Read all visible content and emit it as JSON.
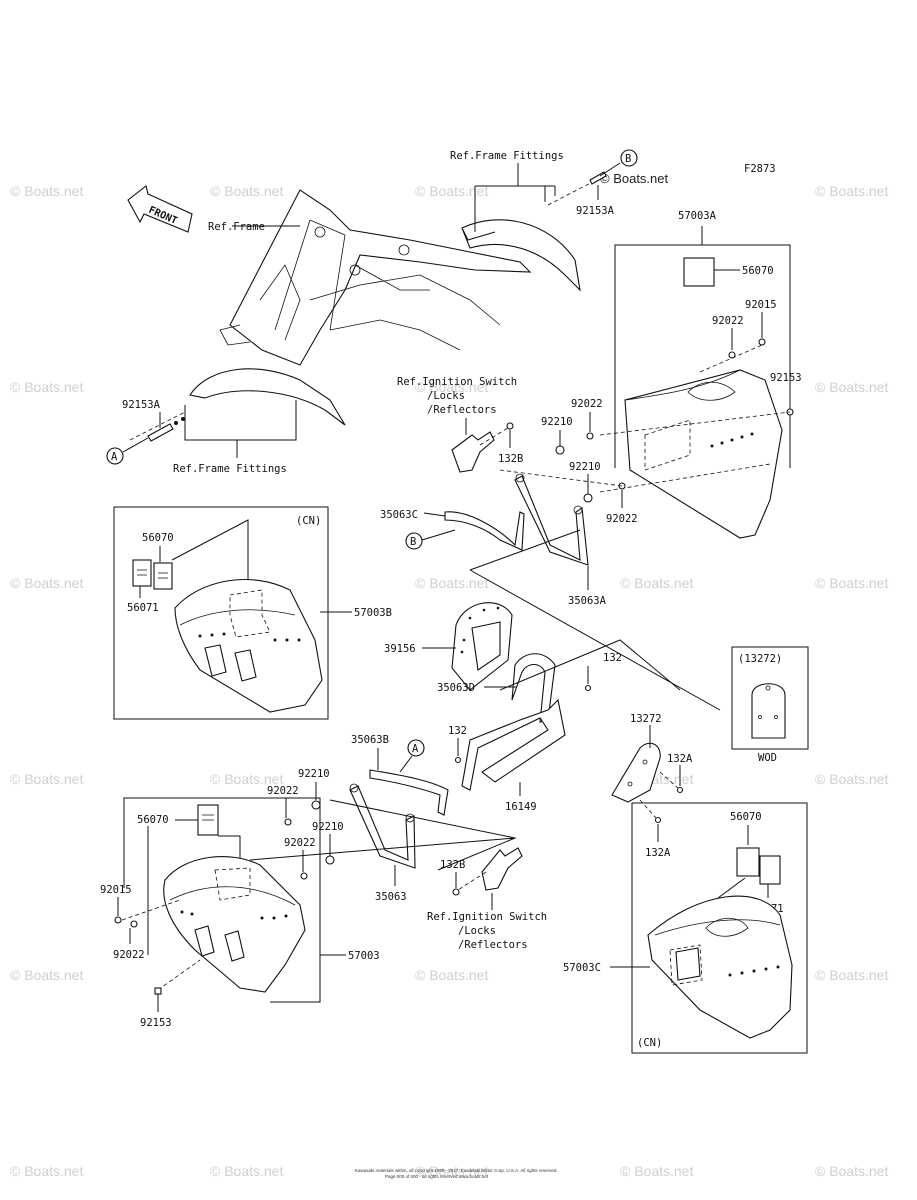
{
  "figure_code": "F2873",
  "watermark": "© Boats.net",
  "front_arrow": "FRONT",
  "refs": {
    "frame": "Ref.Frame",
    "frame_fittings_top": "Ref.Frame Fittings",
    "frame_fittings_left": "Ref.Frame Fittings",
    "ignition_top": [
      "Ref.Ignition Switch",
      "/Locks",
      "/Reflectors"
    ],
    "ignition_bottom": [
      "Ref.Ignition Switch",
      "/Locks",
      "/Reflectors"
    ]
  },
  "callouts": {
    "A": "A",
    "B": "B"
  },
  "parts": {
    "p_92153A_top": "92153A",
    "p_92153A_left": "92153A",
    "p_57003A": "57003A",
    "p_56070_a": "56070",
    "p_92015_a": "92015",
    "p_92022_a": "92022",
    "p_92153_a": "92153",
    "p_92022_b": "92022",
    "p_92210_a": "92210",
    "p_132B_a": "132B",
    "p_92210_b": "92210",
    "p_92022_c": "92022",
    "p_35063C": "35063C",
    "p_35063A": "35063A",
    "p_56070_b": "56070",
    "p_56071_b": "56071",
    "p_57003B": "57003B",
    "p_39156": "39156",
    "p_132_a": "132",
    "p_35063D": "35063D",
    "p_13272": "13272",
    "p_132A_a": "132A",
    "p_132A_b": "132A",
    "p_132_b": "132",
    "p_16149": "16149",
    "p_35063B": "35063B",
    "p_92210_c": "92210",
    "p_92022_d": "92022",
    "p_56070_c": "56070",
    "p_92210_d": "92210",
    "p_92022_e": "92022",
    "p_35063": "35063",
    "p_132B_b": "132B",
    "p_92015_b": "92015",
    "p_92022_f": "92022",
    "p_57003": "57003",
    "p_92153_b": "92153",
    "p_56070_d": "56070",
    "p_56071_d": "56071",
    "p_57003C": "57003C"
  },
  "boxes": {
    "cn_left": "(CN)",
    "cn_right": "(CN)",
    "wod_code": "(13272)",
    "wod_label": "WOD"
  },
  "copyright": [
    "Kawasaki materials within, all copyright 1998 - 2017, Kawasaki Motor Corp. U.S.A. All rights reserved.",
    "Page 000 of 000 - all rights reserved  www.boats.net"
  ]
}
